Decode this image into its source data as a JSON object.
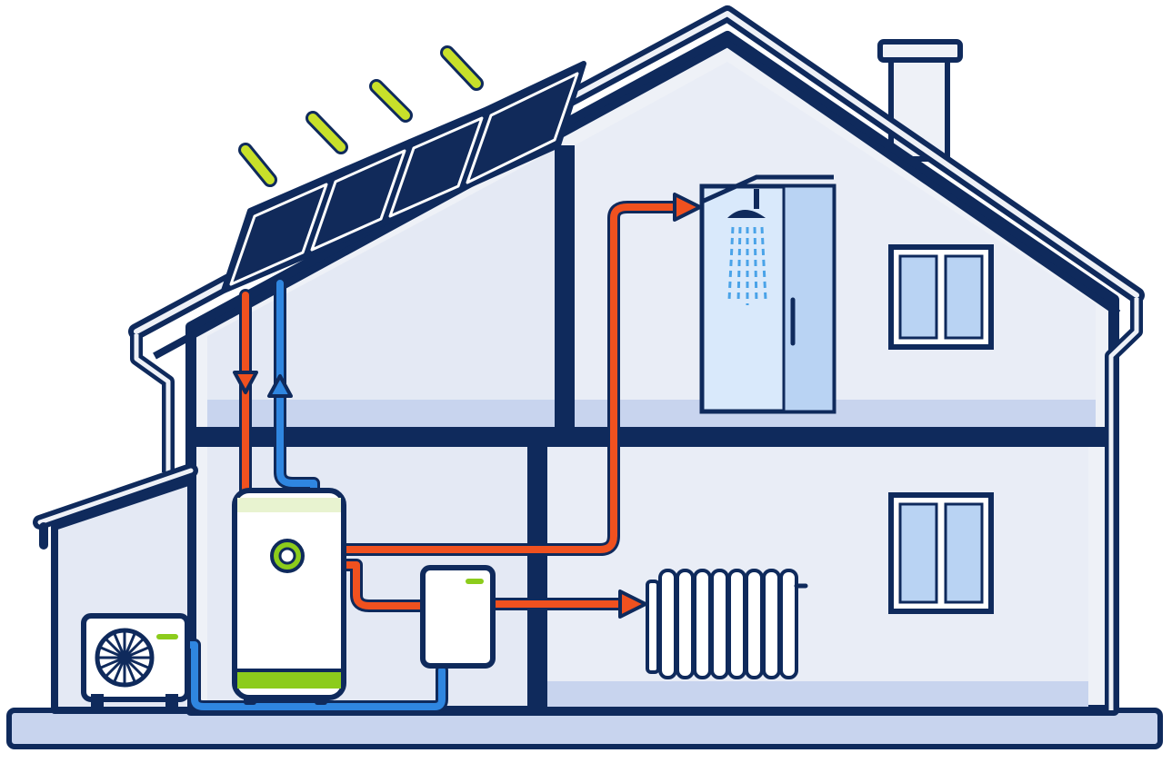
{
  "illustration": {
    "subject": "house-cutaway",
    "palette": {
      "outline": "#0f2a5c",
      "wall_fill": "#eef1f7",
      "room_fill": "#e4e9f4",
      "floor_fill": "#c8d4ee",
      "glass": "#b9d3f3",
      "hot_pipe": "#f0511f",
      "cold_pipe": "#2f86e0",
      "accent_green": "#8ccc1c",
      "solar_panel": "#112a5a",
      "shower_water": "#4aa3e8"
    },
    "components": [
      {
        "name": "solar-panels",
        "icon": "solar-panel-icon",
        "count": 4
      },
      {
        "name": "sun-rays",
        "icon": "sun-ray-icon",
        "count": 4
      },
      {
        "name": "hot-water-tank",
        "icon": "boiler-icon"
      },
      {
        "name": "heat-pump-outdoor-unit",
        "icon": "fan-icon"
      },
      {
        "name": "control-unit",
        "icon": "control-box-icon"
      },
      {
        "name": "radiator",
        "icon": "radiator-icon"
      },
      {
        "name": "shower",
        "icon": "shower-icon"
      },
      {
        "name": "windows",
        "icon": "window-icon",
        "count": 2
      },
      {
        "name": "chimney",
        "icon": "chimney-icon"
      }
    ]
  }
}
